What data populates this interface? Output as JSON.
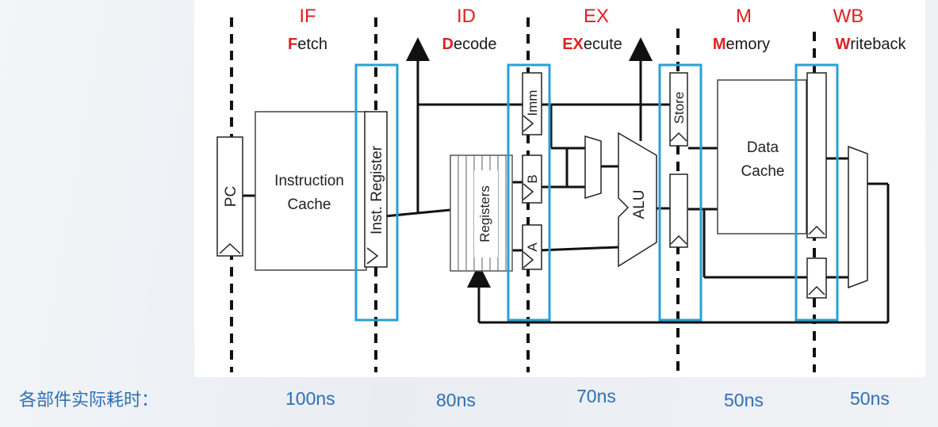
{
  "stages": [
    {
      "name": "IF",
      "desc_first": "F",
      "desc_rest": "etch"
    },
    {
      "name": "ID",
      "desc_first": "D",
      "desc_rest": "ecode"
    },
    {
      "name": "EX",
      "desc_first": "EX",
      "desc_rest": "ecute"
    },
    {
      "name": "M",
      "desc_first": "M",
      "desc_rest": "emory"
    },
    {
      "name": "WB",
      "desc_first": "W",
      "desc_rest": "riteback"
    }
  ],
  "blocks": {
    "pc": "PC",
    "instruction_cache_line1": "Instruction",
    "instruction_cache_line2": "Cache",
    "inst_register": "Inst. Register",
    "registers": "Registers",
    "imm": "Imm",
    "reg_b": "B",
    "reg_a": "A",
    "alu": "ALU",
    "store": "Store",
    "data_cache_line1": "Data",
    "data_cache_line2": "Cache"
  },
  "timing": {
    "title": "各部件实际耗时：",
    "values": [
      "100ns",
      "80ns",
      "70ns",
      "50ns",
      "50ns"
    ]
  },
  "colors": {
    "stage_label": "#e02020",
    "highlight_box": "#2a9fd6",
    "timing_text": "#2f6fb6"
  }
}
